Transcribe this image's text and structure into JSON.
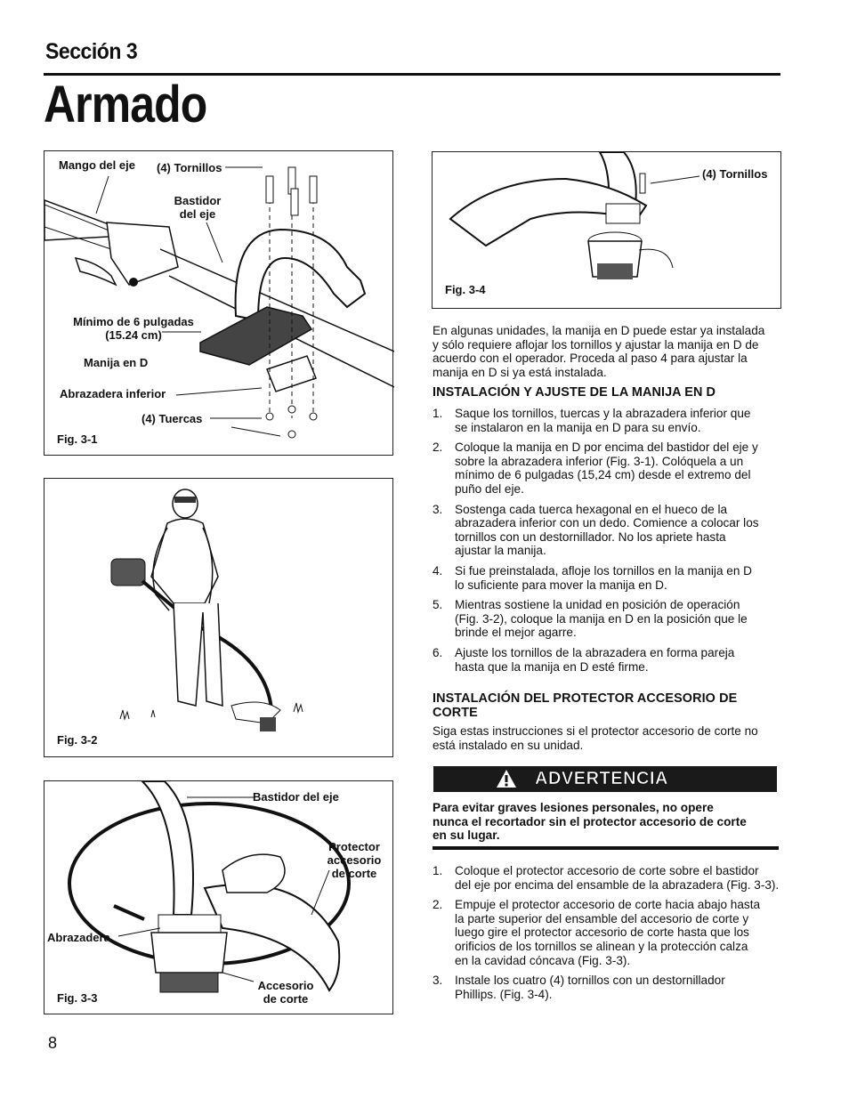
{
  "header": {
    "section": "Sección 3",
    "title": "Armado"
  },
  "fig1": {
    "caption": "Fig. 3-1",
    "labels": {
      "shaft_handle": "Mango del eje",
      "screws": "(4) Tornillos",
      "shaft_frame_1": "Bastidor",
      "shaft_frame_2": "del eje",
      "min_1": "Mínimo de 6 pulgadas",
      "min_2": "(15.24 cm)",
      "d_handle": "Manija en D",
      "lower_clamp": "Abrazadera inferior",
      "nuts": "(4) Tuercas"
    }
  },
  "fig2": {
    "caption": "Fig. 3-2"
  },
  "fig3": {
    "caption": "Fig. 3-3",
    "labels": {
      "shaft_frame": "Bastidor del eje",
      "guard_1": "Protector",
      "guard_2": "accesorio",
      "guard_3": "de corte",
      "clamp": "Abrazadera",
      "attach_1": "Accesorio",
      "attach_2": "de corte"
    }
  },
  "fig4": {
    "caption": "Fig. 3-4",
    "labels": {
      "screws": "(4) Tornillos"
    }
  },
  "intro_lines": [
    "En algunas unidades, la manija en D puede estar ya instalada",
    "y sólo requiere aflojar los tornillos y ajustar la manija en D de",
    "acuerdo con el operador. Proceda al paso 4 para ajustar la",
    "manija en D si ya está instalada."
  ],
  "section_d_handle": {
    "heading": "INSTALACIÓN Y AJUSTE DE LA MANIJA EN D",
    "steps": [
      {
        "num": "1.",
        "lines": [
          "Saque los tornillos, tuercas y la abrazadera inferior que",
          "se instalaron en la manija en D para su envío."
        ]
      },
      {
        "num": "2.",
        "lines": [
          "Coloque la manija en D por encima del bastidor del eje y",
          "sobre la abrazadera inferior (Fig. 3-1). Colóquela a un",
          "mínimo de 6 pulgadas (15,24 cm) desde el extremo del",
          "puño del eje."
        ]
      },
      {
        "num": "3.",
        "lines": [
          "Sostenga cada tuerca hexagonal en el hueco de la",
          "abrazadera inferior con un dedo. Comience a colocar los",
          "tornillos con un destornillador. No los apriete hasta",
          "ajustar la manija."
        ]
      },
      {
        "num": "4.",
        "lines": [
          "Si fue preinstalada, afloje los tornillos en la manija en D",
          "lo suficiente para mover la manija en D."
        ]
      },
      {
        "num": "5.",
        "lines": [
          "Mientras sostiene la unidad en posición de operación",
          "(Fig. 3-2), coloque la manija en D en la posición que le",
          "brinde el mejor agarre."
        ]
      },
      {
        "num": "6.",
        "lines": [
          "Ajuste los tornillos de la abrazadera en forma pareja",
          "hasta que la manija en D esté firme."
        ]
      }
    ]
  },
  "section_guard": {
    "heading_1": "INSTALACIÓN DEL PROTECTOR ACCESORIO DE",
    "heading_2": "CORTE",
    "intro_1": "Siga estas instrucciones si el protector accesorio de corte no",
    "intro_2": "está instalado en su unidad.",
    "warning_title": "ADVERTENCIA",
    "warning_lines": [
      "Para evitar graves lesiones personales, no opere",
      "nunca el recortador sin el protector accesorio de corte",
      "en su lugar."
    ],
    "steps": [
      {
        "num": "1.",
        "lines": [
          "Coloque el protector accesorio de corte sobre el bastidor",
          "del eje por encima del ensamble de la abrazadera (Fig. 3-3)."
        ]
      },
      {
        "num": "2.",
        "lines": [
          "Empuje el protector accesorio de corte hacia abajo hasta",
          "la parte superior del ensamble del accesorio de corte y",
          "luego gire el protector accesorio de corte hasta que los",
          "orificios de los tornillos se alinean y la protección calza",
          "en la cavidad cóncava (Fig. 3-3)."
        ]
      },
      {
        "num": "3.",
        "lines": [
          "Instale los cuatro (4) tornillos con un destornillador",
          "Phillips. (Fig. 3-4)."
        ]
      }
    ]
  },
  "footer": {
    "page": "8"
  }
}
